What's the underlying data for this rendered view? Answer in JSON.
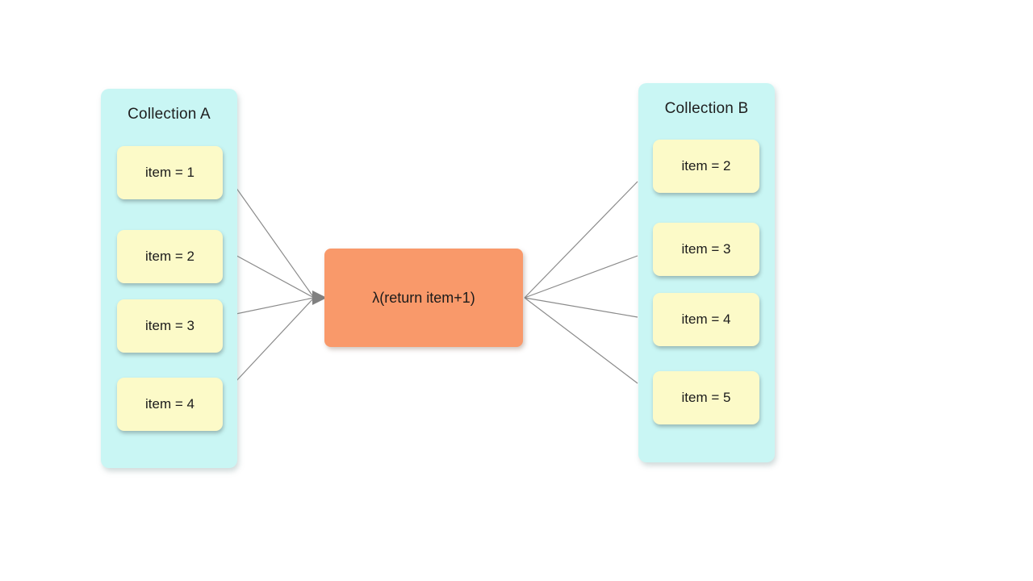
{
  "diagram": {
    "collection_a": {
      "title": "Collection A",
      "items": [
        "item = 1",
        "item = 2",
        "item = 3",
        "item = 4"
      ]
    },
    "lambda": {
      "label": "λ(return item+1)"
    },
    "collection_b": {
      "title": "Collection B",
      "items": [
        "item = 2",
        "item = 3",
        "item = 4",
        "item = 5"
      ]
    },
    "colors": {
      "panel_background": "#c9f6f4",
      "item_background": "#fcfac8",
      "lambda_background": "#f9996a",
      "connector_line": "#8a8a8a",
      "arrowhead": "#808080",
      "text": "#1b1b1b",
      "page_background": "#ffffff"
    }
  }
}
